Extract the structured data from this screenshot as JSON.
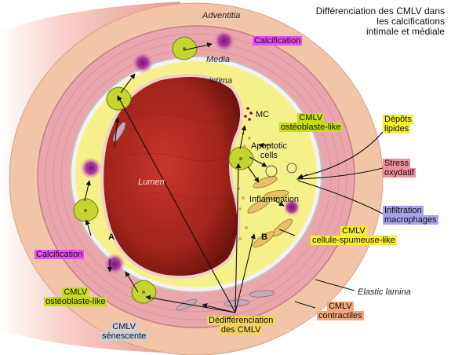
{
  "title": [
    "Différenciation des CMLV dans",
    "les calcifications",
    "intimale et médiale"
  ],
  "structure_labels": {
    "adventitia": "Adventitia",
    "media": "Media",
    "intima": "Intima",
    "lumen": "Lumen",
    "mc": "MC",
    "apoptotic": [
      "Apoptotic",
      "cells"
    ],
    "inflammation": "Inflammation",
    "elastic_lamina": "Elastic lamina",
    "region_a": "A",
    "region_b": "B"
  },
  "callouts": {
    "calcification_top": "Calcification",
    "calcification_left": "Calcification",
    "cmlv_osteoblast_intima": [
      "CMLV",
      "ostéoblaste-like"
    ],
    "cmlv_osteoblast_media": [
      "CMLV",
      "ostéoblaste-like"
    ],
    "cmlv_senescente": [
      "CMLV",
      "sénescente"
    ],
    "dediff": [
      "Dédifférenciation",
      "des CMLV"
    ],
    "cmlv_contractiles": [
      "CMLV",
      "contractiles"
    ],
    "cmlv_spumeuse": [
      "CMLV",
      "cellule-spumeuse-like"
    ],
    "depots": [
      "Dépôts",
      "lipides"
    ],
    "stress": [
      "Stress",
      "oxydatif"
    ],
    "infiltration": [
      "Infiltration",
      "macrophages"
    ]
  },
  "colors": {
    "adventitia": "#f3c5a8",
    "media": "#e9a6ad",
    "intima": "#f6f08a",
    "lumen": "#a5241c",
    "calcification_tag": "#e64ff0",
    "osteoblast_tag": "#c8dc1c",
    "lipid_tag": "#f6ef2e",
    "stress_tag": "#f08fa0",
    "macrophage_tag": "#a6a2e8"
  }
}
